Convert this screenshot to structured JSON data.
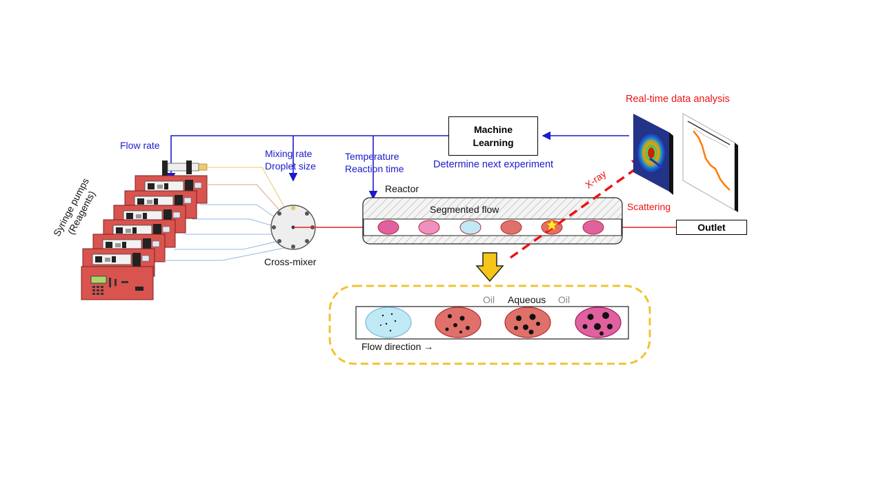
{
  "labels": {
    "machine_learning": "Machine Learning",
    "determine_next": "Determine next experiment",
    "realtime_analysis": "Real-time data analysis",
    "flow_rate": "Flow rate",
    "mixing_rate": "Mixing rate",
    "droplet_size": "Droplet size",
    "temperature": "Temperature",
    "reaction_time": "Reaction time",
    "syringe_pumps_line1": "Syringe pumps",
    "syringe_pumps_line2": "(Reagents)",
    "cross_mixer": "Cross-mixer",
    "reactor": "Reactor",
    "segmented_flow": "Segmented flow",
    "xray": "X-ray",
    "scattering": "Scattering",
    "outlet": "Outlet",
    "oil_left": "Oil",
    "aqueous": "Aqueous",
    "oil_right": "Oil",
    "flow_direction": "Flow direction →"
  },
  "colors": {
    "control_line": "#1a1acc",
    "fluid_line": "#dd2222",
    "pump_body": "#d9534f",
    "highlight_box": "#f0c330",
    "arrow_fill": "#f5c518",
    "droplet_cyan": "#bfe9f5",
    "droplet_red": "#e0706a",
    "droplet_pink": "#e060a0",
    "droplet_lightpink": "#f090c0"
  },
  "icons": {
    "pump": "syringe-pump-icon",
    "mixer": "cross-mixer-icon",
    "detector": "xray-detector-icon",
    "plot": "data-plot-icon",
    "down_arrow": "down-arrow-icon"
  }
}
